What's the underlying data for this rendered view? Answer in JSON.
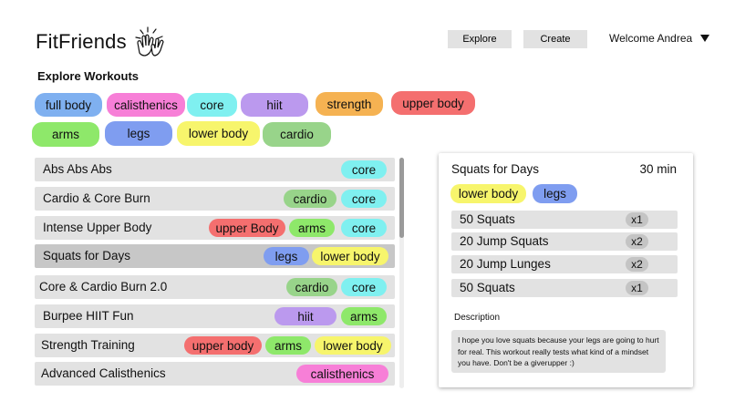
{
  "header": {
    "logo_text": "FitFriends",
    "logo_icon": "clapping-hands-icon",
    "nav": {
      "explore_label": "Explore",
      "create_label": "Create"
    },
    "welcome_text": "Welcome Andrea",
    "dropdown_icon": "caret-down-icon"
  },
  "explore": {
    "title": "Explore Workouts",
    "tags": [
      {
        "label": "full body",
        "color": "#7fb0f0"
      },
      {
        "label": "calisthenics",
        "color": "#f77fd7"
      },
      {
        "label": "core",
        "color": "#7ff0f0"
      },
      {
        "label": "hiit",
        "color": "#bb99ee"
      },
      {
        "label": "strength",
        "color": "#f5b252"
      },
      {
        "label": "upper body",
        "color": "#f46f6f"
      },
      {
        "label": "arms",
        "color": "#8ee86a"
      },
      {
        "label": "legs",
        "color": "#7f9df0"
      },
      {
        "label": "lower body",
        "color": "#f7f56c"
      },
      {
        "label": "cardio",
        "color": "#98d48a"
      }
    ]
  },
  "workouts": [
    {
      "title": "Abs Abs Abs",
      "tags": [
        {
          "label": "core",
          "color": "#7ff0f0"
        }
      ]
    },
    {
      "title": "Cardio & Core Burn",
      "tags": [
        {
          "label": "cardio",
          "color": "#98d48a"
        },
        {
          "label": "core",
          "color": "#7ff0f0"
        }
      ]
    },
    {
      "title": "Intense Upper Body",
      "tags": [
        {
          "label": "upper Body",
          "color": "#f46f6f"
        },
        {
          "label": "arms",
          "color": "#8ee86a"
        },
        {
          "label": "core",
          "color": "#7ff0f0"
        }
      ]
    },
    {
      "title": "Squats for Days",
      "tags": [
        {
          "label": "legs",
          "color": "#7f9df0"
        },
        {
          "label": "lower body",
          "color": "#f7f56c"
        }
      ],
      "selected": true
    },
    {
      "title": "Core & Cardio Burn 2.0",
      "tags": [
        {
          "label": "cardio",
          "color": "#98d48a"
        },
        {
          "label": "core",
          "color": "#7ff0f0"
        }
      ]
    },
    {
      "title": "Burpee HIIT Fun",
      "tags": [
        {
          "label": "hiit",
          "color": "#bb99ee"
        },
        {
          "label": "arms",
          "color": "#8ee86a"
        }
      ]
    },
    {
      "title": "Strength Training",
      "tags": [
        {
          "label": "upper body",
          "color": "#f46f6f"
        },
        {
          "label": "arms",
          "color": "#8ee86a"
        },
        {
          "label": "lower body",
          "color": "#f7f56c"
        }
      ]
    },
    {
      "title": "Advanced Calisthenics",
      "tags": [
        {
          "label": "calisthenics",
          "color": "#f77fd7"
        }
      ]
    }
  ],
  "detail": {
    "title": "Squats for Days",
    "duration": "30 min",
    "tags": [
      {
        "label": "lower body",
        "color": "#f7f56c"
      },
      {
        "label": "legs",
        "color": "#7f9df0"
      }
    ],
    "exercises": [
      {
        "name": "50 Squats",
        "count": "x1"
      },
      {
        "name": "20 Jump Squats",
        "count": "x2"
      },
      {
        "name": "20 Jump Lunges",
        "count": "x2"
      },
      {
        "name": "50 Squats",
        "count": "x1"
      }
    ],
    "description_label": "Description",
    "description": "I hope you love squats because your legs are going to hurt for real. This workout really tests what kind of a mindset you have. Don't be a giverupper :)"
  }
}
